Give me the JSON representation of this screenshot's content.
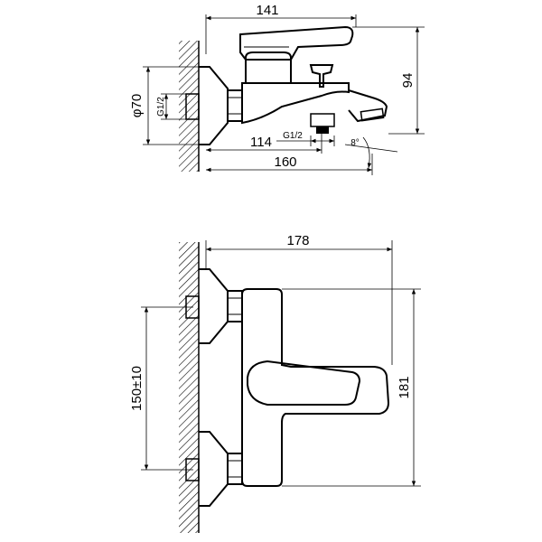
{
  "side_view": {
    "dim_total_length_upper": "141",
    "dim_height": "94",
    "dim_flange_diameter": "φ70",
    "dim_spout_outlet": "114",
    "dim_total_length_lower": "160",
    "thread_inlet": "G1/2",
    "thread_outlet": "G1/2",
    "angle": "8°"
  },
  "front_view": {
    "dim_width": "178",
    "dim_height": "181",
    "dim_center_distance": "150±10"
  }
}
